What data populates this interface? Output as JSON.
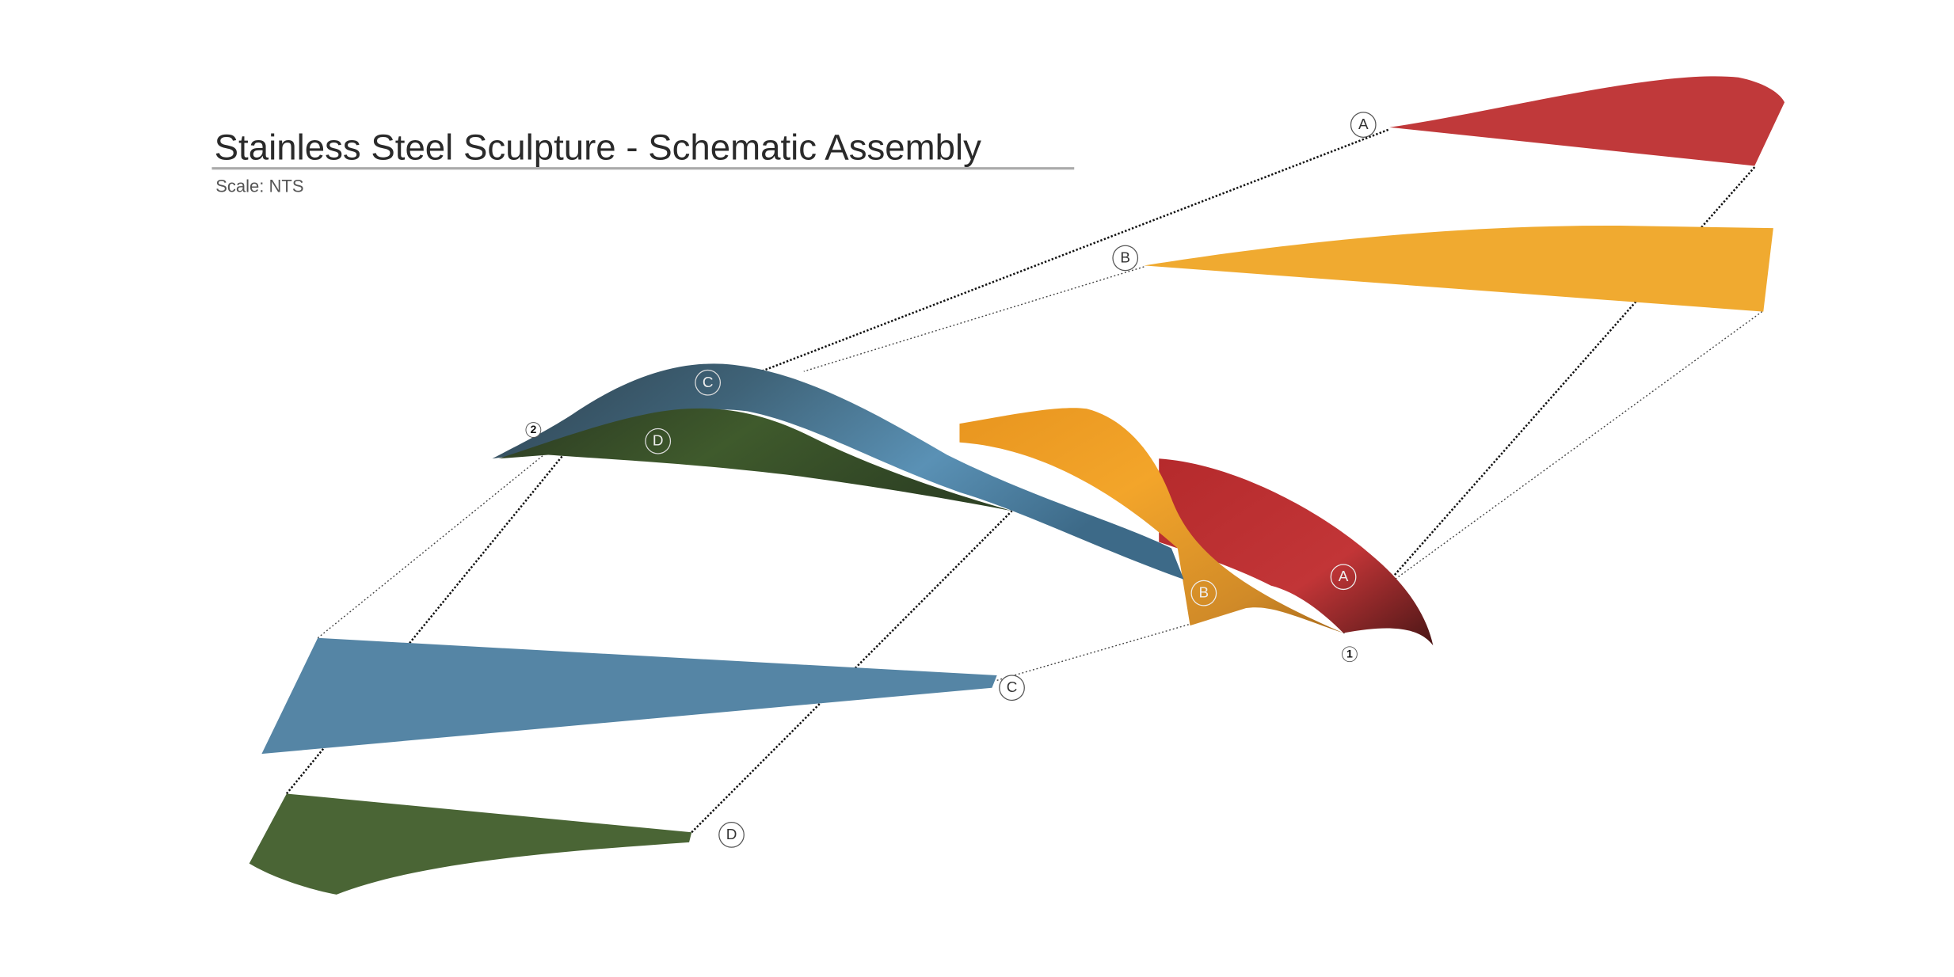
{
  "header": {
    "title": "Stainless Steel Sculpture - Schematic Assembly",
    "scale": "Scale: NTS"
  },
  "panels": [
    {
      "label": "A",
      "color": "#c0393a"
    },
    {
      "label": "B",
      "color": "#f0aa30"
    },
    {
      "label": "C",
      "color": "#5585a5"
    },
    {
      "label": "D",
      "color": "#4a6535"
    }
  ],
  "points": {
    "one": "1",
    "two": "2"
  }
}
